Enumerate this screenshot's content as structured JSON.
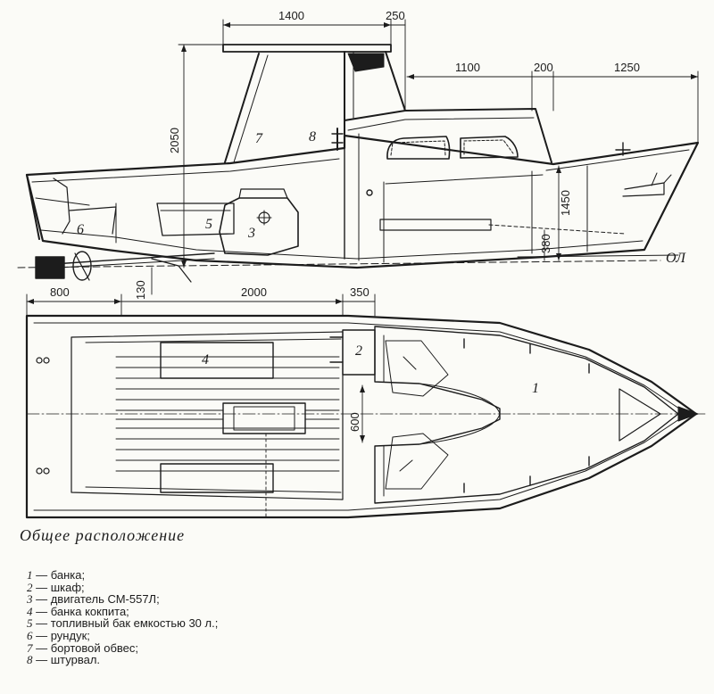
{
  "drawing": {
    "side_view": {
      "dimensions": [
        "1400",
        "250",
        "1100",
        "200",
        "1250",
        "2050",
        "1450",
        "380",
        "130"
      ],
      "waterline_label": "ОЛ",
      "callouts": [
        "7",
        "8",
        "5",
        "3",
        "6"
      ]
    },
    "plan_view": {
      "dimensions": [
        "800",
        "2000",
        "350",
        "600"
      ],
      "callouts": [
        "4",
        "2",
        "1"
      ]
    }
  },
  "caption": "Общее расположение",
  "legend": [
    {
      "num": "1",
      "text": " — банка;"
    },
    {
      "num": "2",
      "text": " — шкаф;"
    },
    {
      "num": "3",
      "text": " — двигатель СМ-557Л;"
    },
    {
      "num": "4",
      "text": " — банка кокпита;"
    },
    {
      "num": "5",
      "text": " — топливный бак емкостью 30 л.;"
    },
    {
      "num": "6",
      "text": " — рундук;"
    },
    {
      "num": "7",
      "text": " — бортовой обвес;"
    },
    {
      "num": "8",
      "text": " — штурвал."
    }
  ]
}
